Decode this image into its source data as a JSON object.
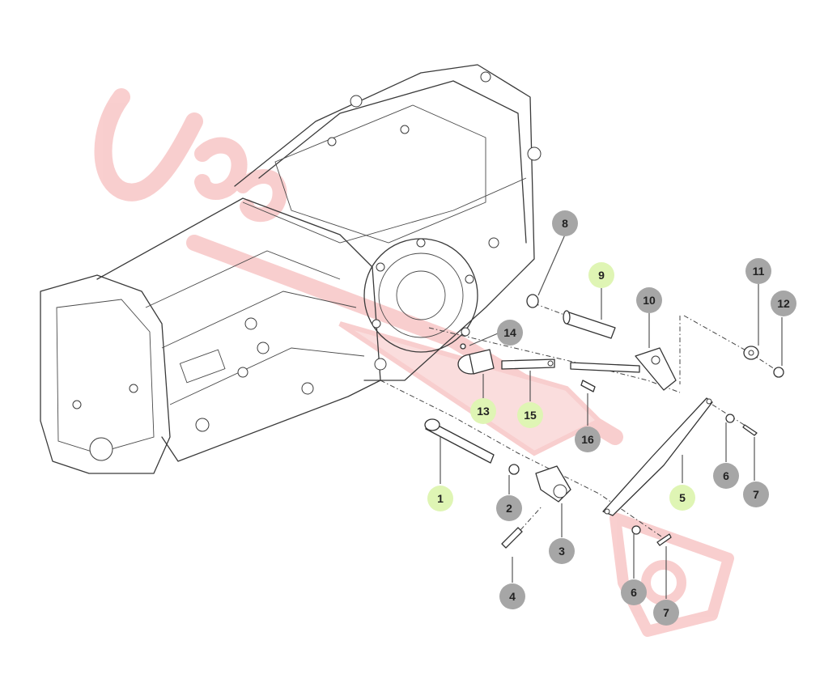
{
  "colors": {
    "callout_grey": "#a6a6a6",
    "callout_highlight": "#dff5b4",
    "watermark": "#f4a7a7"
  },
  "callouts": [
    {
      "label": "8",
      "highlight": false
    },
    {
      "label": "9",
      "highlight": true
    },
    {
      "label": "10",
      "highlight": false
    },
    {
      "label": "11",
      "highlight": false
    },
    {
      "label": "12",
      "highlight": false
    },
    {
      "label": "14",
      "highlight": false
    },
    {
      "label": "13",
      "highlight": true
    },
    {
      "label": "15",
      "highlight": true
    },
    {
      "label": "16",
      "highlight": false
    },
    {
      "label": "1",
      "highlight": true
    },
    {
      "label": "2",
      "highlight": false
    },
    {
      "label": "3",
      "highlight": false
    },
    {
      "label": "4",
      "highlight": false
    },
    {
      "label": "5",
      "highlight": true
    },
    {
      "label": "6",
      "highlight": false
    },
    {
      "label": "7",
      "highlight": false
    },
    {
      "label": "6",
      "highlight": false
    },
    {
      "label": "7",
      "highlight": false
    }
  ]
}
